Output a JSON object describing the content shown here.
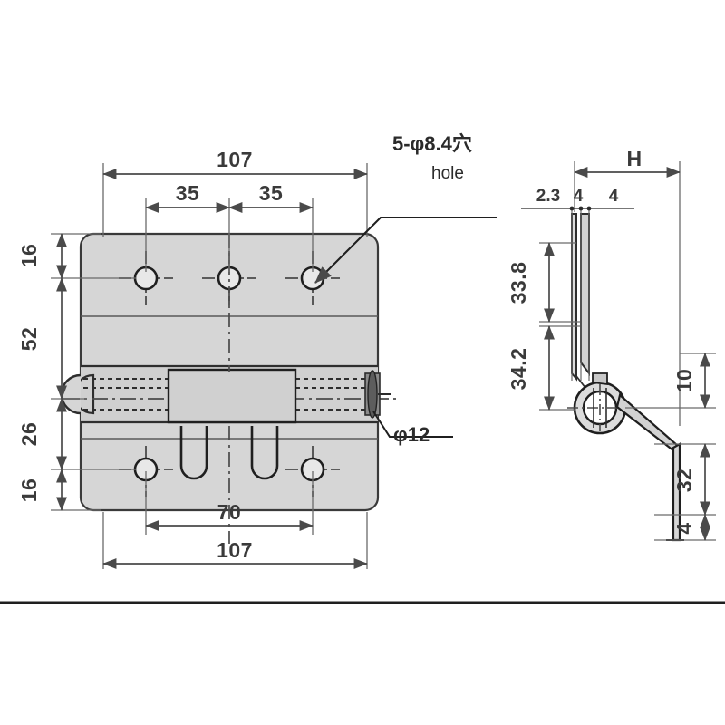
{
  "drawing": {
    "title": "Hinge technical drawing",
    "background_color": "#ffffff",
    "line_color": "#4a4a4a",
    "heavy_line_color": "#2b2b2b",
    "body_fill": "#d4d4d4",
    "views": {
      "front": {
        "name": "front-view",
        "dimensions": {
          "overall_width_top": "107",
          "hole_pitch_left": "35",
          "hole_pitch_right": "35",
          "top_edge_to_hole": "16",
          "hole_to_center": "52",
          "center_to_hole": "26",
          "hole_to_bottom_edge": "16",
          "slot_span": "70",
          "overall_width_bottom": "107"
        },
        "callouts": {
          "hole_note_main": "5-φ8.4穴",
          "hole_note_sub": "hole",
          "pin_diameter": "φ12"
        }
      },
      "side": {
        "name": "side-view",
        "dimensions": {
          "overall_H": "H",
          "leaf_thickness": "2.3",
          "offset_a": "4",
          "offset_b": "4",
          "upper_leaf_length": "33.8",
          "lower_segment": "34.2",
          "knuckle_offset": "10",
          "lower_leaf_length": "32",
          "foot_height": "4"
        }
      }
    }
  }
}
